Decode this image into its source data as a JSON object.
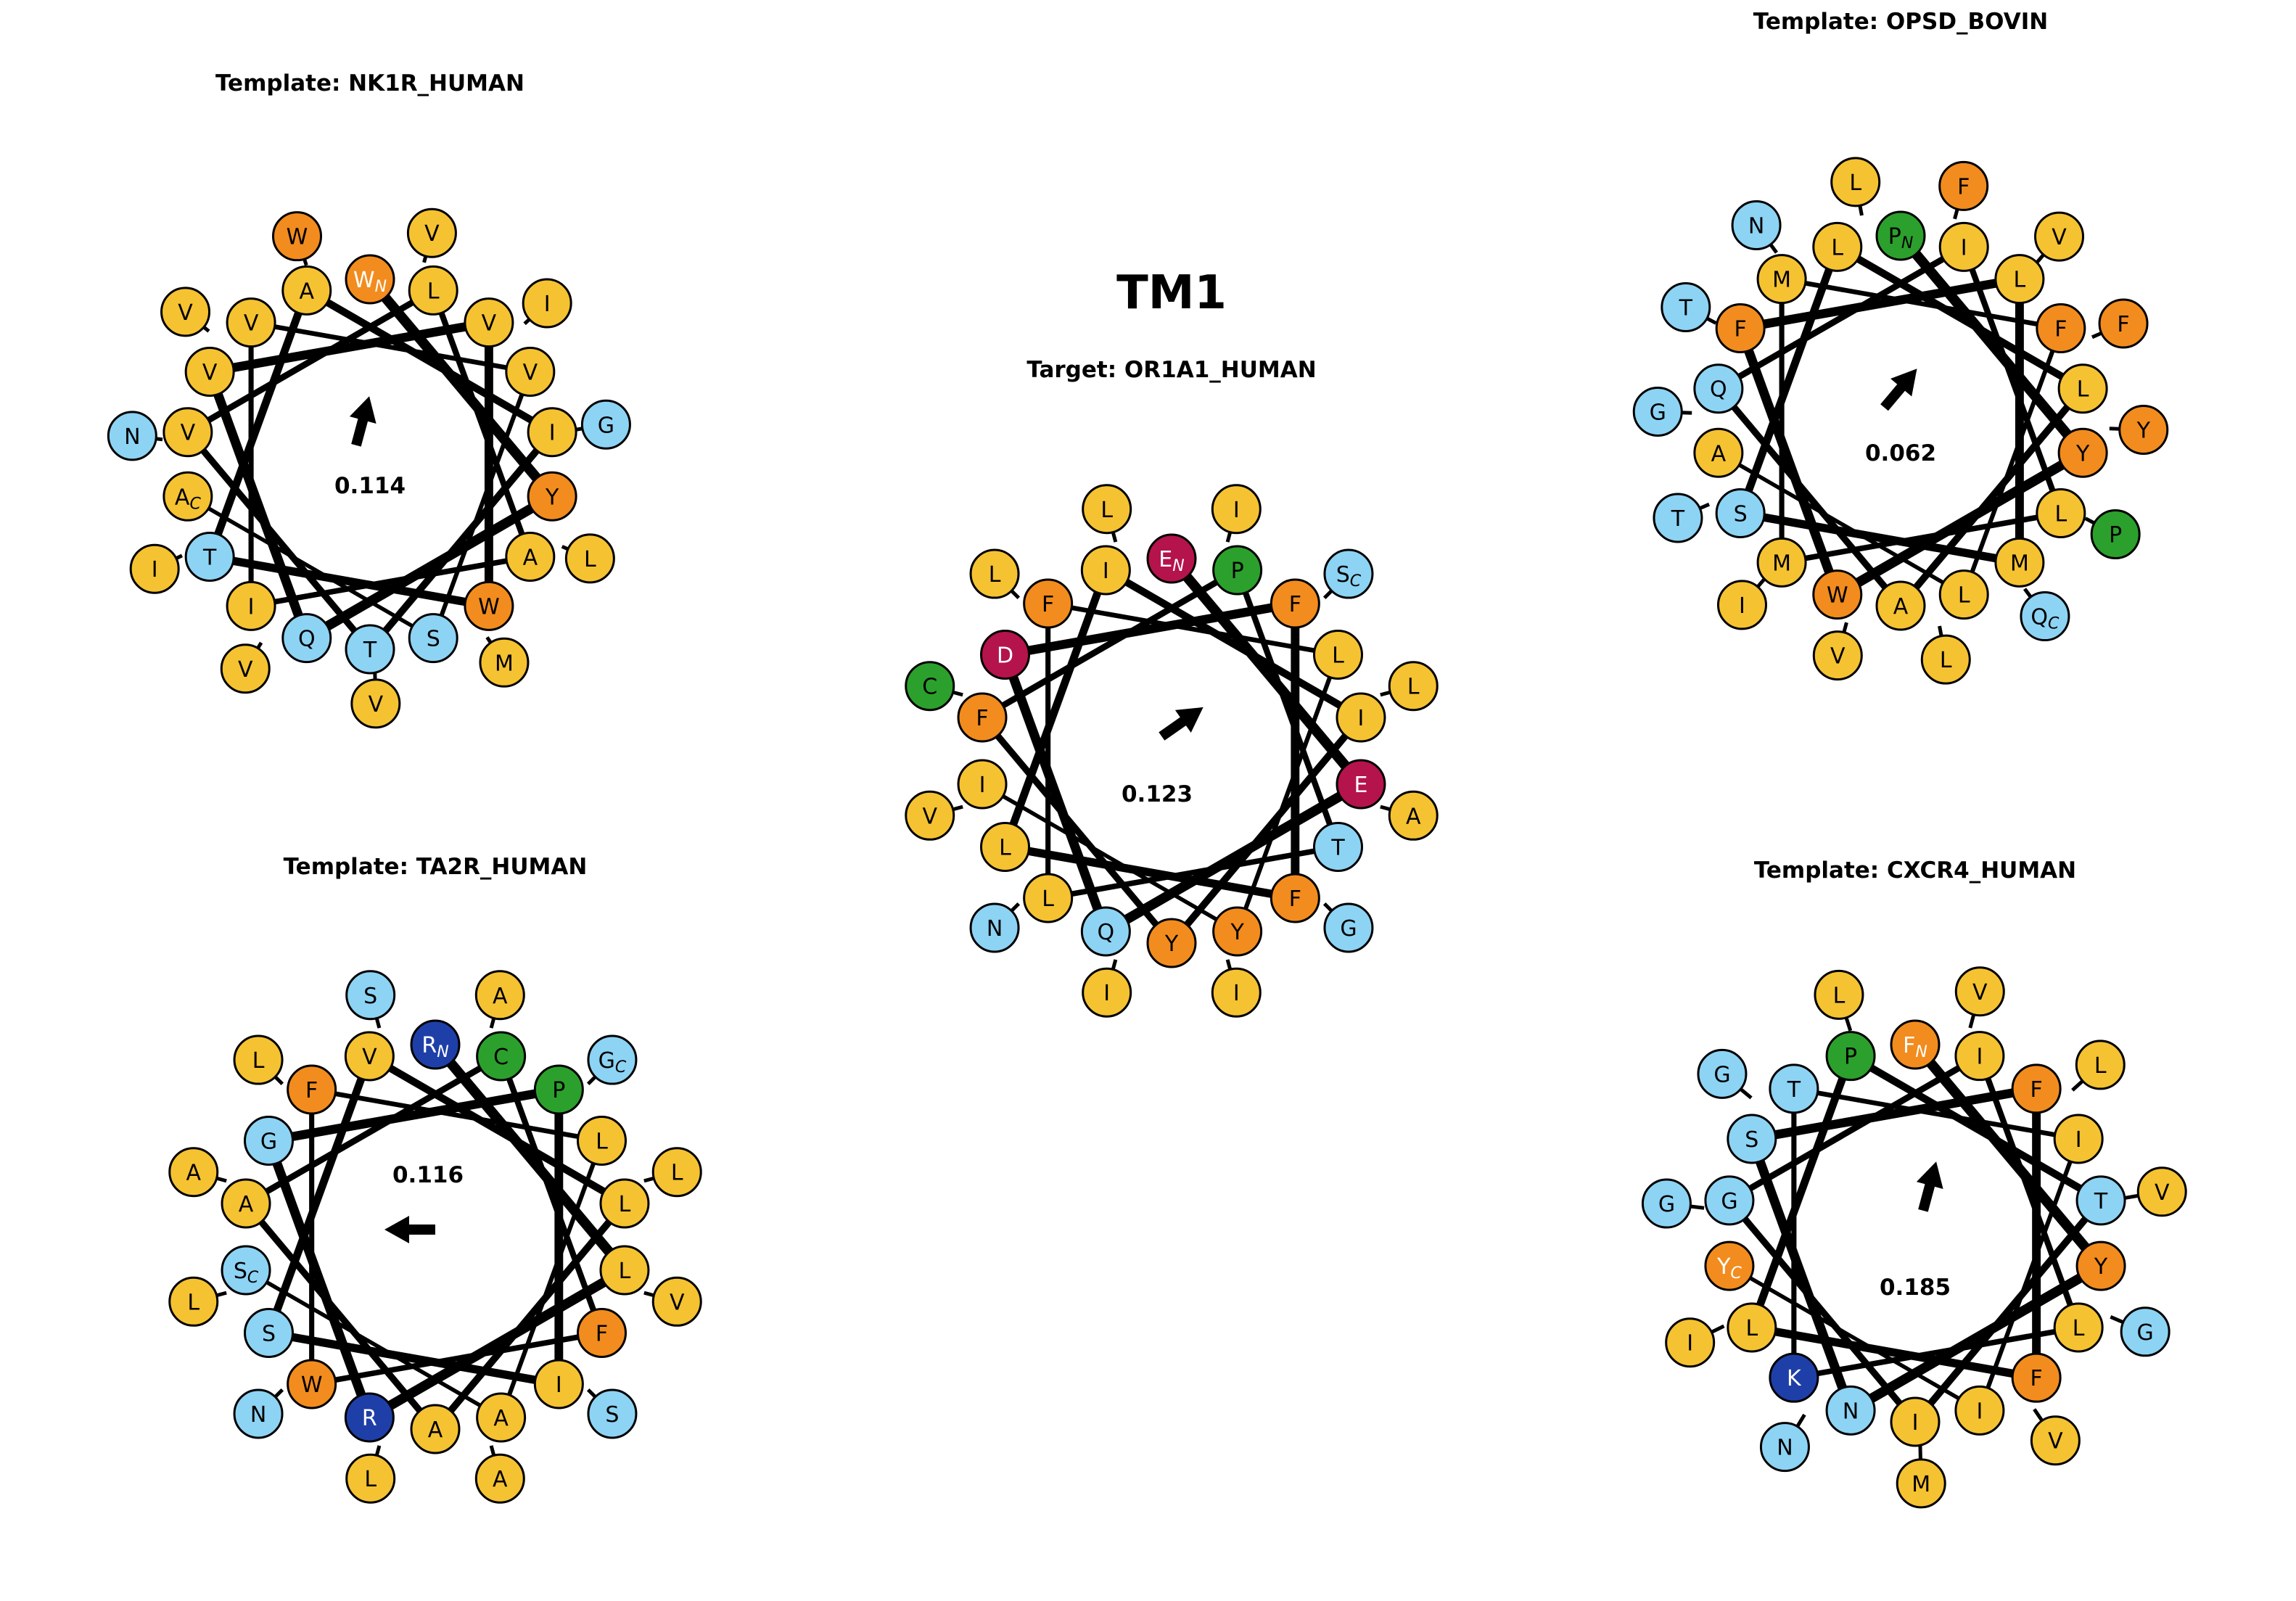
{
  "title": "TM1",
  "colors": {
    "hydrophobic": "#f5c232",
    "aromatic": "#f28c1e",
    "polar": "#8dd3f4",
    "proline_glycine": "#2ca02c",
    "acidic": "#b5134b",
    "basic": "#1f3fa8",
    "outline": "#000000",
    "spiral": "#000000"
  },
  "wheels": [
    {
      "id": "nk1r",
      "title": "Template: NK1R_HUMAN",
      "moment": "0.114",
      "arrow_angle_deg": -75,
      "residues": [
        {
          "aa": "W",
          "sub": "N",
          "cls": "aromatic"
        },
        {
          "aa": "Y",
          "cls": "aromatic"
        },
        {
          "aa": "Q",
          "cls": "polar"
        },
        {
          "aa": "V",
          "cls": "hydrophobic"
        },
        {
          "aa": "V",
          "cls": "hydrophobic"
        },
        {
          "aa": "W",
          "cls": "aromatic"
        },
        {
          "aa": "T",
          "cls": "polar"
        },
        {
          "aa": "A",
          "cls": "hydrophobic"
        },
        {
          "aa": "I",
          "cls": "hydrophobic"
        },
        {
          "aa": "T",
          "cls": "polar"
        },
        {
          "aa": "V",
          "cls": "hydrophobic"
        },
        {
          "aa": "L",
          "cls": "hydrophobic"
        },
        {
          "aa": "A",
          "cls": "hydrophobic"
        },
        {
          "aa": "I",
          "cls": "hydrophobic"
        },
        {
          "aa": "V",
          "cls": "hydrophobic"
        },
        {
          "aa": "V",
          "cls": "hydrophobic"
        },
        {
          "aa": "S",
          "cls": "polar"
        },
        {
          "aa": "A",
          "sub": "C",
          "cls": "hydrophobic"
        }
      ],
      "outer": [
        {
          "aa": "V",
          "cls": "hydrophobic"
        },
        {
          "aa": "I",
          "cls": "hydrophobic"
        },
        {
          "aa": "G",
          "cls": "polar"
        },
        {
          "aa": "L",
          "cls": "hydrophobic"
        },
        {
          "aa": "M",
          "cls": "hydrophobic"
        },
        {
          "aa": "V",
          "cls": "hydrophobic"
        },
        {
          "aa": "V",
          "cls": "hydrophobic"
        },
        {
          "aa": "I",
          "cls": "hydrophobic"
        },
        {
          "aa": "N",
          "cls": "polar"
        },
        {
          "aa": "V",
          "cls": "hydrophobic"
        },
        {
          "aa": "W",
          "cls": "aromatic"
        }
      ]
    },
    {
      "id": "or1a1",
      "title": "Target: OR1A1_HUMAN",
      "moment": "0.123",
      "arrow_angle_deg": -35,
      "residues": [
        {
          "aa": "E",
          "sub": "N",
          "cls": "acidic"
        },
        {
          "aa": "E",
          "cls": "acidic"
        },
        {
          "aa": "Q",
          "cls": "polar"
        },
        {
          "aa": "D",
          "cls": "acidic"
        },
        {
          "aa": "F",
          "cls": "aromatic"
        },
        {
          "aa": "F",
          "cls": "aromatic"
        },
        {
          "aa": "L",
          "cls": "hydrophobic"
        },
        {
          "aa": "I",
          "cls": "hydrophobic"
        },
        {
          "aa": "I",
          "cls": "hydrophobic"
        },
        {
          "aa": "Y",
          "cls": "aromatic"
        },
        {
          "aa": "F",
          "cls": "aromatic"
        },
        {
          "aa": "P",
          "cls": "proline_glycine"
        },
        {
          "aa": "T",
          "cls": "polar"
        },
        {
          "aa": "L",
          "cls": "hydrophobic"
        },
        {
          "aa": "F",
          "cls": "aromatic"
        },
        {
          "aa": "L",
          "cls": "hydrophobic"
        },
        {
          "aa": "Y",
          "cls": "aromatic"
        },
        {
          "aa": "I",
          "cls": "hydrophobic"
        }
      ],
      "outer": [
        {
          "aa": "I",
          "cls": "hydrophobic"
        },
        {
          "aa": "S",
          "sub": "C",
          "cls": "polar"
        },
        {
          "aa": "L",
          "cls": "hydrophobic"
        },
        {
          "aa": "A",
          "cls": "hydrophobic"
        },
        {
          "aa": "G",
          "cls": "polar"
        },
        {
          "aa": "I",
          "cls": "hydrophobic"
        },
        {
          "aa": "I",
          "cls": "hydrophobic"
        },
        {
          "aa": "N",
          "cls": "polar"
        },
        {
          "aa": "V",
          "cls": "hydrophobic"
        },
        {
          "aa": "C",
          "cls": "proline_glycine"
        },
        {
          "aa": "L",
          "cls": "hydrophobic"
        },
        {
          "aa": "L",
          "cls": "hydrophobic"
        }
      ]
    },
    {
      "id": "opsd",
      "title": "Template: OPSD_BOVIN",
      "moment": "0.062",
      "arrow_angle_deg": -50,
      "residues": [
        {
          "aa": "P",
          "sub": "N",
          "cls": "proline_glycine"
        },
        {
          "aa": "Y",
          "cls": "aromatic"
        },
        {
          "aa": "W",
          "cls": "aromatic"
        },
        {
          "aa": "F",
          "cls": "aromatic"
        },
        {
          "aa": "L",
          "cls": "hydrophobic"
        },
        {
          "aa": "M",
          "cls": "hydrophobic"
        },
        {
          "aa": "S",
          "cls": "polar"
        },
        {
          "aa": "L",
          "cls": "hydrophobic"
        },
        {
          "aa": "L",
          "cls": "hydrophobic"
        },
        {
          "aa": "A",
          "cls": "hydrophobic"
        },
        {
          "aa": "Q",
          "cls": "polar"
        },
        {
          "aa": "I",
          "cls": "hydrophobic"
        },
        {
          "aa": "L",
          "cls": "hydrophobic"
        },
        {
          "aa": "M",
          "cls": "hydrophobic"
        },
        {
          "aa": "M",
          "cls": "hydrophobic"
        },
        {
          "aa": "F",
          "cls": "aromatic"
        },
        {
          "aa": "L",
          "cls": "hydrophobic"
        },
        {
          "aa": "A",
          "cls": "hydrophobic"
        }
      ],
      "outer": [
        {
          "aa": "F",
          "cls": "aromatic"
        },
        {
          "aa": "V",
          "cls": "hydrophobic"
        },
        {
          "aa": "F",
          "cls": "aromatic"
        },
        {
          "aa": "Y",
          "cls": "aromatic"
        },
        {
          "aa": "P",
          "cls": "proline_glycine"
        },
        {
          "aa": "Q",
          "sub": "C",
          "cls": "polar"
        },
        {
          "aa": "L",
          "cls": "hydrophobic"
        },
        {
          "aa": "V",
          "cls": "hydrophobic"
        },
        {
          "aa": "I",
          "cls": "hydrophobic"
        },
        {
          "aa": "T",
          "cls": "polar"
        },
        {
          "aa": "G",
          "cls": "polar"
        },
        {
          "aa": "T",
          "cls": "polar"
        },
        {
          "aa": "N",
          "cls": "polar"
        },
        {
          "aa": "L",
          "cls": "hydrophobic"
        }
      ]
    },
    {
      "id": "ta2r",
      "title": "Template: TA2R_HUMAN",
      "moment": "0.116",
      "arrow_angle_deg": 180,
      "residues": [
        {
          "aa": "R",
          "sub": "N",
          "cls": "basic"
        },
        {
          "aa": "L",
          "cls": "hydrophobic"
        },
        {
          "aa": "R",
          "cls": "basic"
        },
        {
          "aa": "G",
          "cls": "polar"
        },
        {
          "aa": "P",
          "cls": "proline_glycine"
        },
        {
          "aa": "I",
          "cls": "hydrophobic"
        },
        {
          "aa": "S",
          "cls": "polar"
        },
        {
          "aa": "V",
          "cls": "hydrophobic"
        },
        {
          "aa": "L",
          "cls": "hydrophobic"
        },
        {
          "aa": "A",
          "cls": "hydrophobic"
        },
        {
          "aa": "A",
          "cls": "hydrophobic"
        },
        {
          "aa": "C",
          "cls": "proline_glycine"
        },
        {
          "aa": "F",
          "cls": "aromatic"
        },
        {
          "aa": "W",
          "cls": "aromatic"
        },
        {
          "aa": "F",
          "cls": "aromatic"
        },
        {
          "aa": "L",
          "cls": "hydrophobic"
        },
        {
          "aa": "A",
          "cls": "hydrophobic"
        },
        {
          "aa": "S",
          "sub": "C",
          "cls": "polar"
        }
      ],
      "outer": [
        {
          "aa": "A",
          "cls": "hydrophobic"
        },
        {
          "aa": "G",
          "sub": "C",
          "cls": "polar"
        },
        {
          "aa": "L",
          "cls": "hydrophobic"
        },
        {
          "aa": "V",
          "cls": "hydrophobic"
        },
        {
          "aa": "S",
          "cls": "polar"
        },
        {
          "aa": "A",
          "cls": "hydrophobic"
        },
        {
          "aa": "L",
          "cls": "hydrophobic"
        },
        {
          "aa": "N",
          "cls": "polar"
        },
        {
          "aa": "L",
          "cls": "hydrophobic"
        },
        {
          "aa": "A",
          "cls": "hydrophobic"
        },
        {
          "aa": "L",
          "cls": "hydrophobic"
        },
        {
          "aa": "S",
          "cls": "polar"
        }
      ]
    },
    {
      "id": "cxcr4",
      "title": "Template: CXCR4_HUMAN",
      "moment": "0.185",
      "arrow_angle_deg": -75,
      "residues": [
        {
          "aa": "F",
          "sub": "N",
          "cls": "aromatic"
        },
        {
          "aa": "Y",
          "cls": "aromatic"
        },
        {
          "aa": "N",
          "cls": "polar"
        },
        {
          "aa": "S",
          "cls": "polar"
        },
        {
          "aa": "F",
          "cls": "aromatic"
        },
        {
          "aa": "F",
          "cls": "aromatic"
        },
        {
          "aa": "L",
          "cls": "hydrophobic"
        },
        {
          "aa": "P",
          "cls": "proline_glycine"
        },
        {
          "aa": "T",
          "cls": "polar"
        },
        {
          "aa": "I",
          "cls": "hydrophobic"
        },
        {
          "aa": "G",
          "cls": "polar"
        },
        {
          "aa": "I",
          "cls": "hydrophobic"
        },
        {
          "aa": "L",
          "cls": "hydrophobic"
        },
        {
          "aa": "K",
          "cls": "basic"
        },
        {
          "aa": "T",
          "cls": "polar"
        },
        {
          "aa": "I",
          "cls": "hydrophobic"
        },
        {
          "aa": "I",
          "cls": "hydrophobic"
        },
        {
          "aa": "Y",
          "sub": "C",
          "cls": "aromatic"
        }
      ],
      "outer": [
        {
          "aa": "V",
          "cls": "hydrophobic"
        },
        {
          "aa": "L",
          "cls": "hydrophobic"
        },
        {
          "aa": "V",
          "cls": "hydrophobic"
        },
        {
          "aa": "G",
          "cls": "polar"
        },
        {
          "aa": "V",
          "cls": "hydrophobic"
        },
        {
          "aa": "M",
          "cls": "hydrophobic"
        },
        {
          "aa": "N",
          "cls": "polar"
        },
        {
          "aa": "I",
          "cls": "hydrophobic"
        },
        {
          "aa": "G",
          "cls": "polar"
        },
        {
          "aa": "G",
          "cls": "polar"
        },
        {
          "aa": "L",
          "cls": "hydrophobic"
        }
      ]
    }
  ]
}
